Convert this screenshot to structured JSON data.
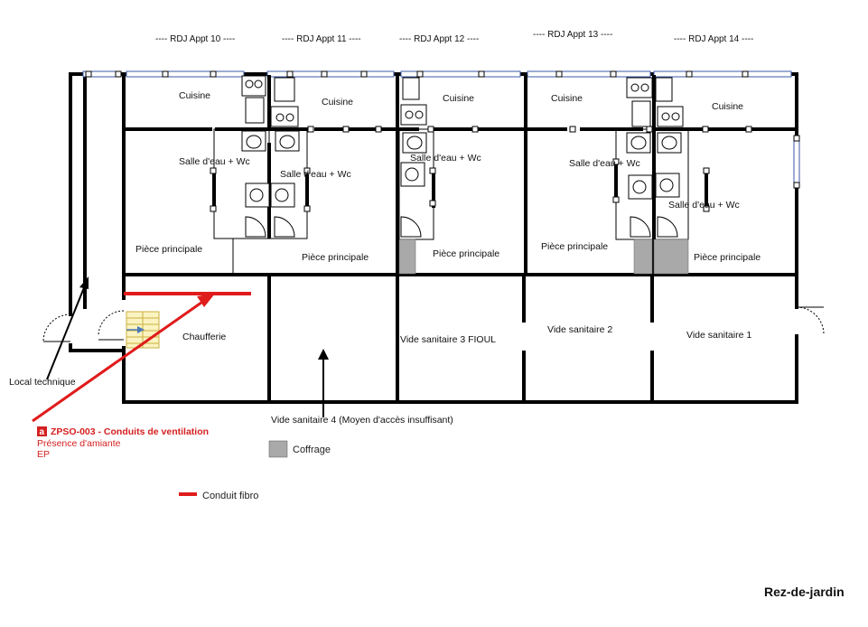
{
  "headers": [
    {
      "id": "a10",
      "text": "---- RDJ Appt 10 ----"
    },
    {
      "id": "a11",
      "text": "---- RDJ Appt 11 ----"
    },
    {
      "id": "a12",
      "text": "---- RDJ Appt 12 ----"
    },
    {
      "id": "a13",
      "text": "---- RDJ Appt 13 ----"
    },
    {
      "id": "a14",
      "text": "---- RDJ Appt 14 ----"
    }
  ],
  "rooms": {
    "cuisine_10": "Cuisine",
    "cuisine_11": "Cuisine",
    "cuisine_12": "Cuisine",
    "cuisine_13": "Cuisine",
    "cuisine_14": "Cuisine",
    "salle_10": "Salle d'eau + Wc",
    "salle_11": "Salle d'eau + Wc",
    "salle_12": "Salle d'eau + Wc",
    "salle_13": "Salle d'eau + Wc",
    "salle_14": "Salle d'eau + Wc",
    "piece_10": "Pièce principale",
    "piece_11": "Pièce principale",
    "piece_12": "Pièce principale",
    "piece_13": "Pièce principale",
    "piece_14": "Pièce principale",
    "chaufferie": "Chaufferie",
    "vide_3": "Vide sanitaire 3 FIOUL",
    "vide_2": "Vide sanitaire 2",
    "vide_1": "Vide sanitaire 1",
    "vide_4": "Vide sanitaire 4 (Moyen d'accès insuffisant)",
    "local_technique": "Local technique"
  },
  "asbestos_note": {
    "badge": "a",
    "code": "ZPSO-003 - Conduits de ventilation",
    "line2": "Présence d'amiante",
    "line3": "EP",
    "color": "#d42020"
  },
  "legend": {
    "coffrage": "Coffrage",
    "coffrage_color": "#a9a9a9",
    "conduit": "Conduit fibro",
    "conduit_color": "#e01b1b"
  },
  "level_label": "Rez-de-jardin"
}
